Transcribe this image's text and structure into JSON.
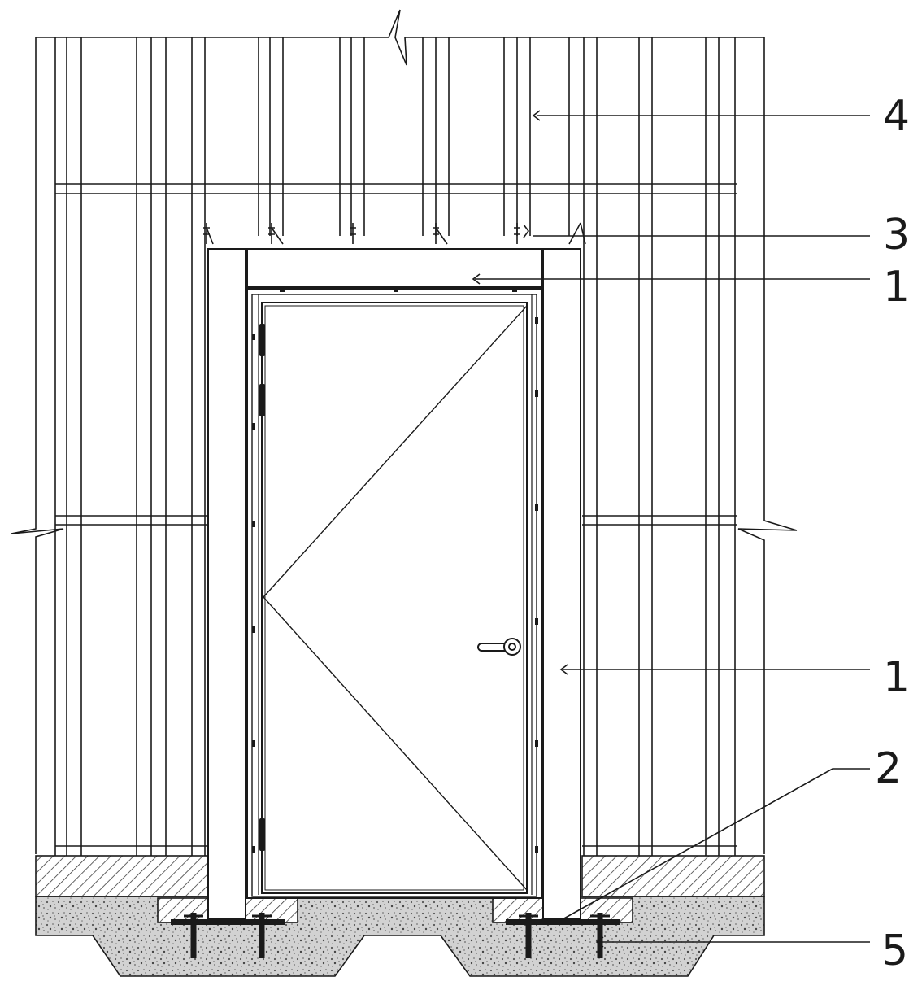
{
  "callouts": {
    "c4": "4",
    "c3": "3",
    "c1_top": "1",
    "c1_mid": "1",
    "c2": "2",
    "c5": "5"
  },
  "colors": {
    "line": "#1a1a1a",
    "concrete": "#cfcfcf",
    "hatch": "#3a3a3a",
    "background": "#ffffff"
  }
}
